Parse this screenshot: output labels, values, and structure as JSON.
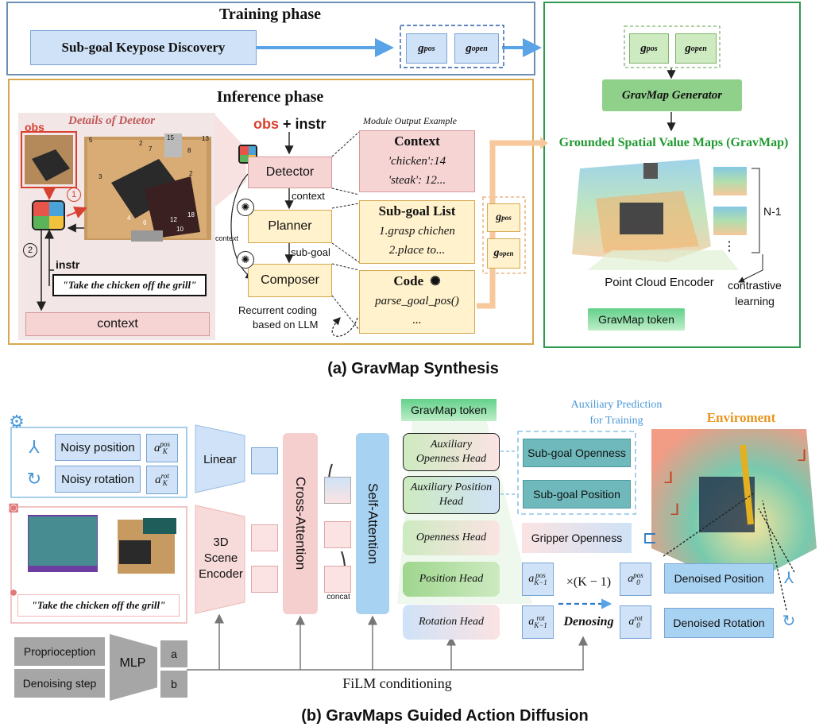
{
  "colors": {
    "blue_frame": "#6b8fb5",
    "gold_frame": "#d6a84e",
    "green_frame": "#2e9a4f",
    "arrow_blue": "#5aa3e6",
    "arrow_orange": "#f7c89b",
    "red_obs": "#d84030",
    "gravmap_title": "#1f9a2f",
    "env_title": "#e8961e",
    "aux_blue": "#4a98d8"
  },
  "top": {
    "training_title": "Training phase",
    "keypose_label": "Sub-goal Keypose Discovery",
    "g_pos": "g",
    "g_pos_sup": "pos",
    "g_open": "g",
    "g_open_sup": "open",
    "inference_title": "Inference phase",
    "details_title": "Details of Detetor",
    "obs": "obs",
    "obs_plus": "+ instr",
    "instr": "instr",
    "quote": "\"Take the chicken off the grill\"",
    "context_bar": "context",
    "circle_1": "1",
    "circle_2": "2",
    "detector": "Detector",
    "planner": "Planner",
    "composer": "Composer",
    "context_arrow": "context",
    "context_side": "context",
    "subgoal_arrow": "sub-goal",
    "recurrent": "Recurrent coding",
    "recurrent2": "based on LLM",
    "module_example": "Module Output Example",
    "context_title": "Context",
    "context_line1": "'chicken':14",
    "context_line2": "'steak': 12...",
    "subgoal_title": "Sub-goal List",
    "subgoal_line1": "1.grasp chichen",
    "subgoal_line2": "2.place to...",
    "code_title": "Code",
    "code_line1": "parse_goal_pos()",
    "code_line2": "...",
    "grid_nums": [
      "5",
      "2",
      "7",
      "8",
      "15",
      "13",
      "3",
      "2",
      "4",
      "6",
      "18",
      "12",
      "10"
    ],
    "gravmap_generator": "GravMap Generator",
    "gravmap_title": "Grounded Spatial Value Maps (GravMap)",
    "n_minus_1": "N-1",
    "dots": "⋮",
    "pc_encoder": "Point Cloud Encoder",
    "contrastive": "contrastive",
    "contrastive2": "learning",
    "gravmap_token": "GravMap token",
    "caption_a": "(a) GravMap Synthesis"
  },
  "bottom": {
    "noisy_position": "Noisy position",
    "noisy_rotation": "Noisy rotation",
    "a_pos": "a",
    "a_pos_sup": "pos",
    "a_pos_sub": "K",
    "a_rot_sup": "rot",
    "linear": "Linear",
    "scene_encoder": "3D Scene Encoder",
    "quote": "\"Take the chicken off the grill\"",
    "cross_attention": "Cross-Attention",
    "self_attention": "Self-Attention",
    "concat": "concat",
    "gravmap_token": "GravMap token",
    "aux_title": "Auxiliary Prediction",
    "aux_title2": "for Training",
    "aux_open_head": "Auxiliary Openness Head",
    "aux_pos_head": "Auxiliary Position Head",
    "open_head": "Openness Head",
    "pos_head": "Position Head",
    "rot_head": "Rotation Head",
    "sub_openness": "Sub-goal Openness",
    "sub_position": "Sub-goal Position",
    "gripper_openness": "Gripper Openness",
    "a_k1_sub": "K−1",
    "a_0_sub": "0",
    "times_k": "×(K − 1)",
    "denosing": "Denosing",
    "denoised_position": "Denoised Position",
    "denoised_rotation": "Denoised Rotation",
    "environment": "Enviroment",
    "proprioception": "Proprioception",
    "denoising_step": "Denoising step",
    "mlp": "MLP",
    "mlp_a": "a",
    "mlp_b": "b",
    "film": "FiLM conditioning",
    "caption_b": "(b) GravMaps Guided Action Diffusion"
  }
}
